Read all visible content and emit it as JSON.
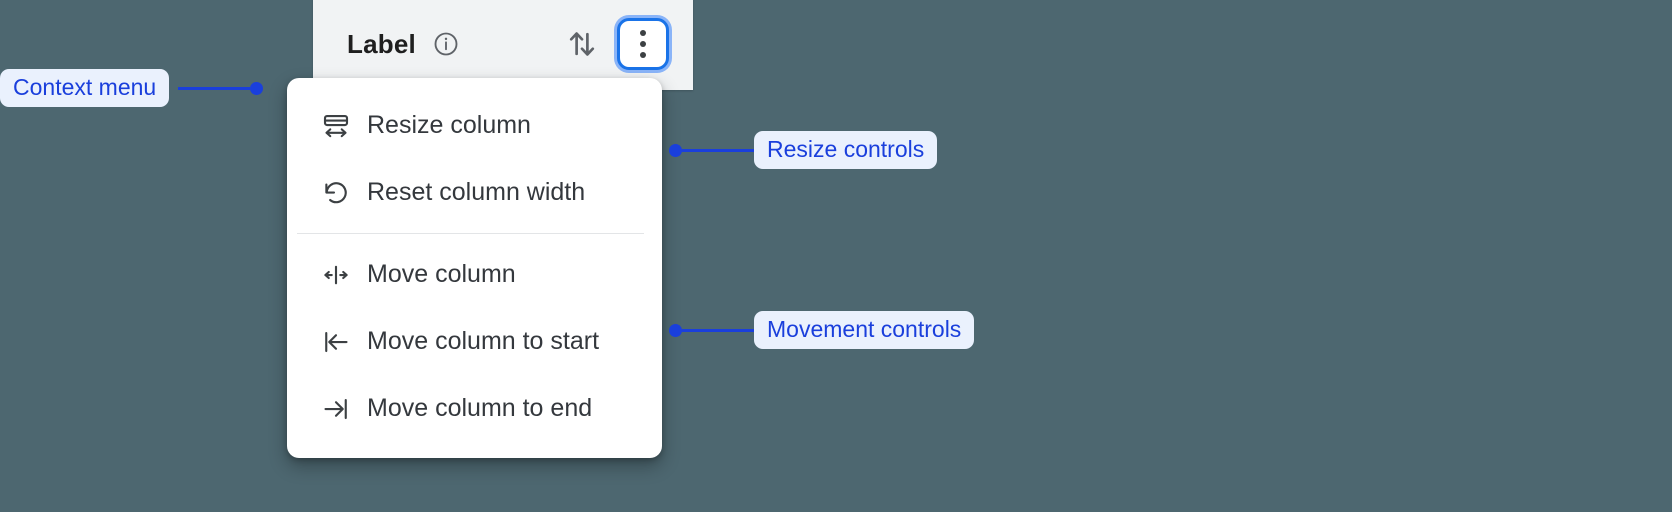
{
  "background_color": "#4d6770",
  "accent_color": "#1a73e8",
  "annotation_color": "#1a3fdc",
  "annotation_pill_bg": "#eaf1fd",
  "column_header": {
    "title": "Label",
    "info_icon": "info-circle-icon",
    "sort_icon": "sort-arrows-icon",
    "overflow_icon": "kebab-menu-icon",
    "overflow_focused": true
  },
  "context_menu": {
    "groups": [
      {
        "name": "resize",
        "items": [
          {
            "icon": "resize-column-icon",
            "label": "Resize column"
          },
          {
            "icon": "reset-width-icon",
            "label": "Reset column width"
          }
        ]
      },
      {
        "name": "movement",
        "items": [
          {
            "icon": "move-column-icon",
            "label": "Move column"
          },
          {
            "icon": "move-to-start-icon",
            "label": "Move column to start"
          },
          {
            "icon": "move-to-end-icon",
            "label": "Move column to end"
          }
        ]
      }
    ]
  },
  "annotations": [
    {
      "id": "context",
      "label": "Context menu"
    },
    {
      "id": "resize",
      "label": "Resize controls"
    },
    {
      "id": "move",
      "label": "Movement controls"
    }
  ]
}
